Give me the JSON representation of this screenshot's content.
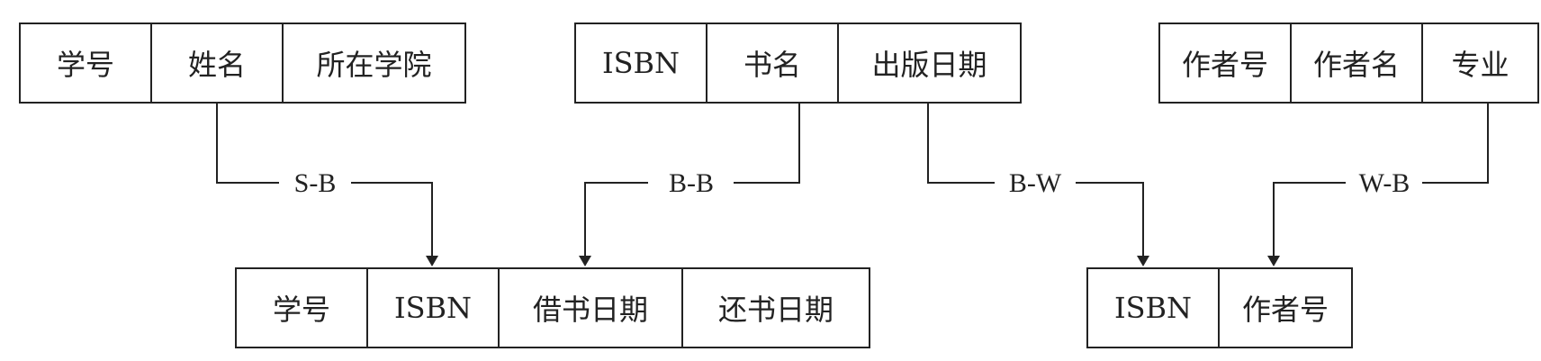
{
  "tables": {
    "student": {
      "columns": [
        "学号",
        "姓名",
        "所在学院"
      ]
    },
    "book": {
      "columns": [
        "ISBN",
        "书名",
        "出版日期"
      ]
    },
    "author": {
      "columns": [
        "作者号",
        "作者名",
        "专业"
      ]
    },
    "borrow": {
      "columns": [
        "学号",
        "ISBN",
        "借书日期",
        "还书日期"
      ]
    },
    "write": {
      "columns": [
        "ISBN",
        "作者号"
      ]
    }
  },
  "relations": {
    "sb": "S-B",
    "bb": "B-B",
    "bw": "B-W",
    "wb": "W-B"
  },
  "colors": {
    "line": "#222222",
    "background": "#ffffff"
  }
}
